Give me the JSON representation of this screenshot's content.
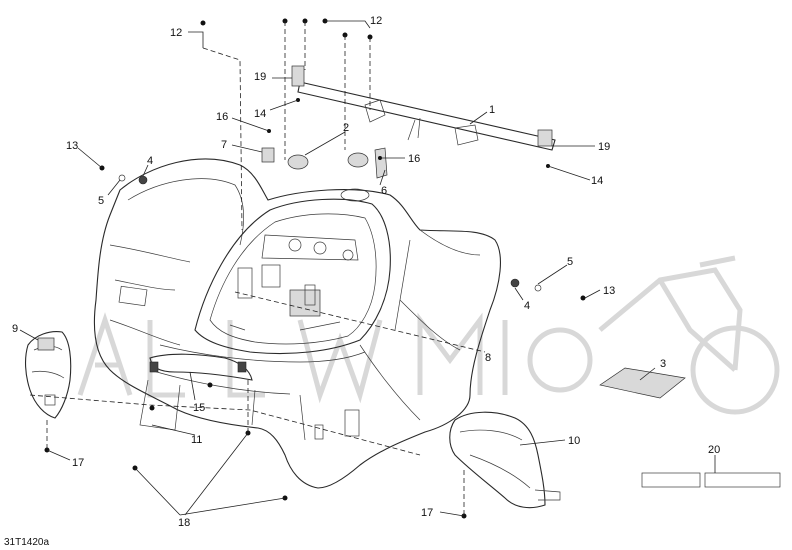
{
  "figure_id": "31T1420a",
  "callouts": [
    {
      "id": "c12a",
      "label": "12"
    },
    {
      "id": "c12b",
      "label": "12"
    },
    {
      "id": "c19a",
      "label": "19"
    },
    {
      "id": "c14a",
      "label": "14"
    },
    {
      "id": "c1",
      "label": "1"
    },
    {
      "id": "c16a",
      "label": "16"
    },
    {
      "id": "c2",
      "label": "2"
    },
    {
      "id": "c7",
      "label": "7"
    },
    {
      "id": "c16b",
      "label": "16"
    },
    {
      "id": "c19b",
      "label": "19"
    },
    {
      "id": "c13a",
      "label": "13"
    },
    {
      "id": "c4a",
      "label": "4"
    },
    {
      "id": "c6",
      "label": "6"
    },
    {
      "id": "c5a",
      "label": "5"
    },
    {
      "id": "c14b",
      "label": "14"
    },
    {
      "id": "c5b",
      "label": "5"
    },
    {
      "id": "c13b",
      "label": "13"
    },
    {
      "id": "c4b",
      "label": "4"
    },
    {
      "id": "c9",
      "label": "9"
    },
    {
      "id": "c8",
      "label": "8"
    },
    {
      "id": "c3",
      "label": "3"
    },
    {
      "id": "c15",
      "label": "15"
    },
    {
      "id": "c11",
      "label": "11"
    },
    {
      "id": "c10",
      "label": "10"
    },
    {
      "id": "c20",
      "label": "20"
    },
    {
      "id": "c17a",
      "label": "17"
    },
    {
      "id": "c17b",
      "label": "17"
    },
    {
      "id": "c18",
      "label": "18"
    }
  ]
}
